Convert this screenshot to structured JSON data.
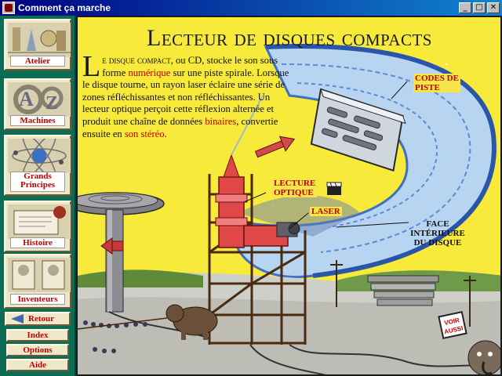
{
  "window": {
    "title": "Comment ça marche",
    "minimize": "_",
    "maximize": "□",
    "close": "✕"
  },
  "sidebar": {
    "items": [
      {
        "label": "Atelier",
        "icon": "workshop-icon"
      },
      {
        "label": "Machines",
        "icon": "az-icon"
      },
      {
        "label": "Grands Principes",
        "line1": "Grands",
        "line2": "Principes",
        "icon": "atom-icon"
      },
      {
        "label": "Histoire",
        "icon": "scroll-icon"
      },
      {
        "label": "Inventeurs",
        "icon": "portrait-icon"
      }
    ],
    "back_label": "Retour",
    "index_label": "Index",
    "options_label": "Options",
    "help_label": "Aide"
  },
  "page": {
    "title": "Lecteur de disques compacts",
    "body": {
      "dropcap": "L",
      "lead": "e disque compact",
      "p1": ", ou ",
      "cd": "CD",
      "p2": ", stocke le son sous forme ",
      "link1": "numérique",
      "p3": " sur une piste spirale. Lorsque le disque tourne, un rayon laser éclaire une série de zones réfléchissantes et non réfléchissantes. Un lecteur optique perçoit cette réflexion alternée et produit une chaîne de données ",
      "link2": "binaires",
      "p4": ", convertie ensuite en ",
      "link3": "son stéréo",
      "p5": "."
    },
    "labels": {
      "codes_line1": "CODES DE",
      "codes_line2": "PISTE",
      "lecture_line1": "LECTURE",
      "lecture_line2": "OPTIQUE",
      "laser": "LASER",
      "face_line1": "FACE",
      "face_line2": "INTÉRIEURE",
      "face_line3": "DU DISQUE"
    },
    "voir_line1": "VOIR",
    "voir_line2": "AUSSI"
  },
  "colors": {
    "sky": "#f7ea3a",
    "disc_face": "#b7d4f0",
    "spiral_blue": "#3b6fc8",
    "accent_red": "#c00000",
    "sidebar_green": "#0c6b52",
    "titlebar_navy": "#000080"
  }
}
